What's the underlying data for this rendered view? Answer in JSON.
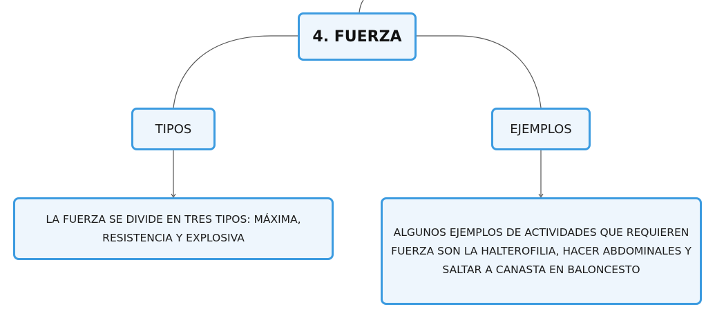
{
  "diagram": {
    "root": {
      "label": "4. FUERZA"
    },
    "branches": [
      {
        "label": "TIPOS",
        "detail": "LA FUERZA SE DIVIDE EN TRES TIPOS: MÁXIMA, RESISTENCIA Y EXPLOSIVA"
      },
      {
        "label": "EJEMPLOS",
        "detail": "ALGUNOS EJEMPLOS DE ACTIVIDADES QUE REQUIEREN FUERZA SON LA HALTEROFILIA, HACER ABDOMINALES Y SALTAR A CANASTA EN BALONCESTO"
      }
    ]
  },
  "colors": {
    "node_border": "#3c9be0",
    "node_fill": "#eef6fd",
    "connector": "#555555",
    "text": "#1a1a1a"
  }
}
